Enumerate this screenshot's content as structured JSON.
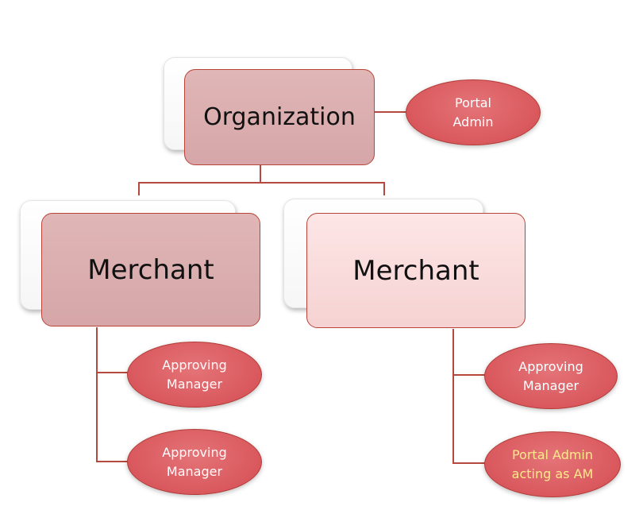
{
  "diagram": {
    "root": {
      "label": "Organization",
      "admin": [
        "Portal",
        "Admin"
      ]
    },
    "merchants": [
      {
        "label": "Merchant",
        "roles": [
          [
            "Approving",
            "Manager"
          ],
          [
            "Approving",
            "Manager"
          ]
        ]
      },
      {
        "label": "Merchant",
        "roles": [
          [
            "Approving",
            "Manager"
          ],
          [
            "Portal Admin",
            "acting as AM"
          ]
        ]
      }
    ],
    "colors": {
      "connector": "#b5483f",
      "box_border": "#b8443a",
      "box_fill_mauve": "#d6a6a8",
      "box_fill_pink": "#f6d2d2",
      "role_fill": "#d9585d",
      "role_text": "#ffffff",
      "role_text_highlight": "#ffe98a"
    }
  }
}
